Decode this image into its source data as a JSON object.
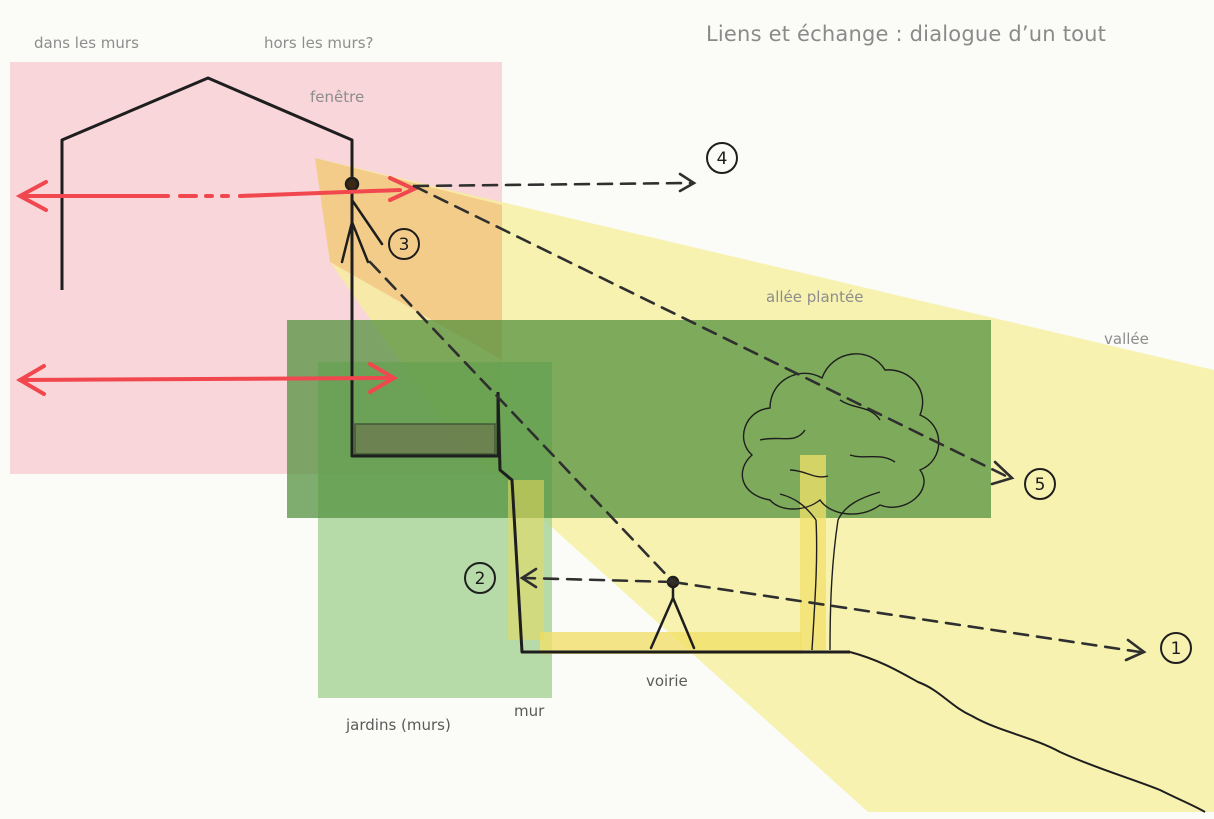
{
  "title": "Liens et échange : dialogue d’un tout",
  "labels": {
    "inside": "dans les murs",
    "outside": "hors les murs?",
    "window": "fenêtre",
    "avenue": "allée plantée",
    "valley": "vallée",
    "gardens": "jardins (murs)",
    "wall": "mur",
    "road": "voirie"
  },
  "markers": {
    "m1": "1",
    "m2": "2",
    "m3": "3",
    "m4": "4",
    "m5": "5"
  },
  "colors": {
    "pink_zone": "#f7cfd3",
    "yellow_zone": "#f6ef9b",
    "green_zone": "#5b9b45",
    "light_green_zone": "#9fd08f",
    "red_arrow": "#f0484e",
    "ink": "#1e1e1e"
  }
}
